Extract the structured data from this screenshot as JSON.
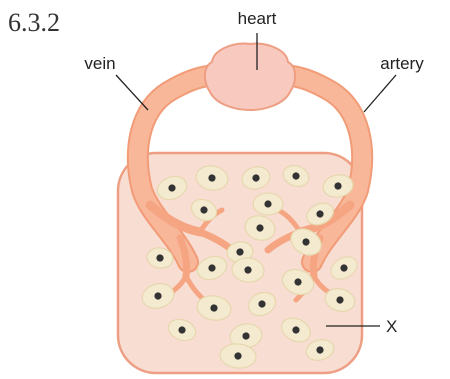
{
  "figure_number": "6.3.2",
  "labels": {
    "heart": "heart",
    "vein": "vein",
    "artery": "artery",
    "tissue": "X"
  },
  "colors": {
    "vessel": "#f7ad8c",
    "vessel_stroke": "#f29b77",
    "heart": "#f8c9bf",
    "tissue": "#f8ddd3",
    "tissue_stroke": "#ee9e82",
    "cell": "#f4ead0",
    "cell_stroke": "#e6d7ad",
    "nucleus": "#333333",
    "leader_line": "#222222"
  }
}
